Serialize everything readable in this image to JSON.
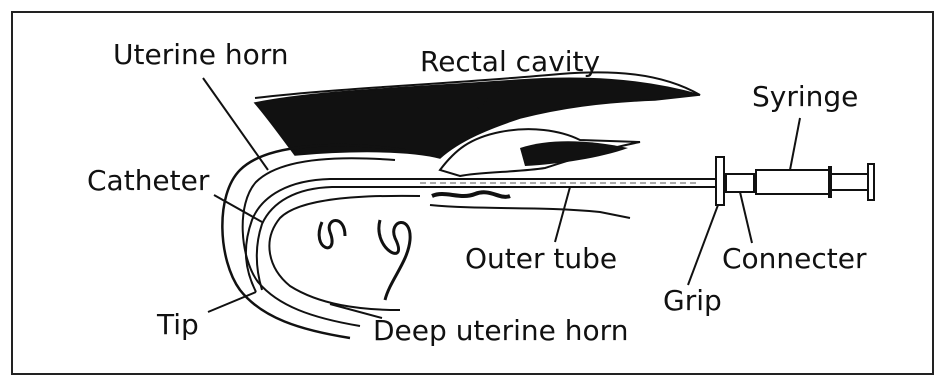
{
  "labels": {
    "uterine_horn": "Uterine horn",
    "rectal_cavity": "Rectal cavity",
    "syringe": "Syringe",
    "catheter": "Catheter",
    "outer_tube": "Outer tube",
    "connecter": "Connecter",
    "grip": "Grip",
    "tip": "Tip",
    "deep_uterine_horn": "Deep uterine horn"
  },
  "colors": {
    "ink": "#111111",
    "background": "#ffffff",
    "frame": "#222222"
  }
}
